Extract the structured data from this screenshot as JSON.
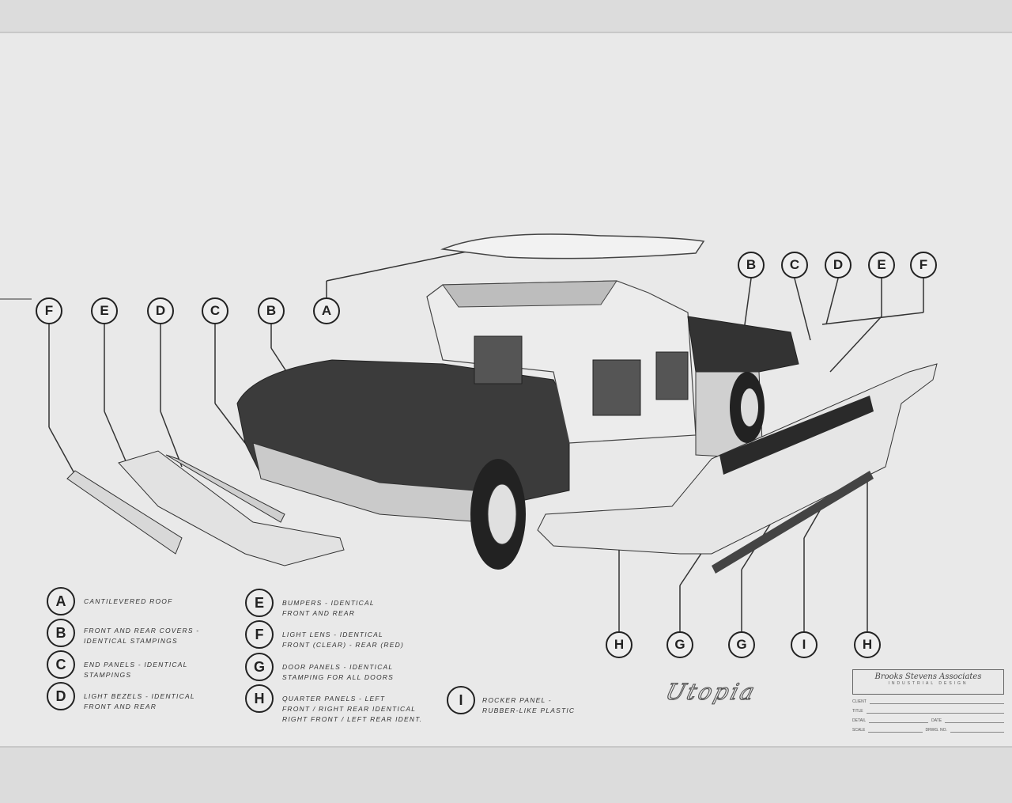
{
  "title_logo": "Utopia",
  "title_block": {
    "firm": "Brooks Stevens Associates",
    "subtitle": "INDUSTRIAL DESIGN",
    "fields": [
      "CLIENT",
      "TITLE",
      "DETAIL",
      "DATE",
      "SCALE",
      "DRWG. NO."
    ]
  },
  "callouts": {
    "front_row": [
      "F",
      "E",
      "D",
      "C",
      "B",
      "A"
    ],
    "rear_row": [
      "B",
      "C",
      "D",
      "E",
      "F"
    ],
    "bottom_row": [
      "H",
      "G",
      "G",
      "I",
      "H"
    ]
  },
  "legend": [
    {
      "key": "A",
      "text": "Cantilevered roof"
    },
    {
      "key": "B",
      "text": "Front and rear covers -\nidentical stampings"
    },
    {
      "key": "C",
      "text": "End panels - identical\nstampings"
    },
    {
      "key": "D",
      "text": "Light bezels - identical\nfront and rear"
    },
    {
      "key": "E",
      "text": "Bumpers - identical\nfront and rear"
    },
    {
      "key": "F",
      "text": "Light lens - identical\nfront (clear) - rear (red)"
    },
    {
      "key": "G",
      "text": "Door panels - identical\nstamping for all doors"
    },
    {
      "key": "H",
      "text": "Quarter panels - left\nfront / right rear identical\nright front / left rear ident."
    },
    {
      "key": "I",
      "text": "Rocker panel -\nrubber-like plastic"
    }
  ]
}
